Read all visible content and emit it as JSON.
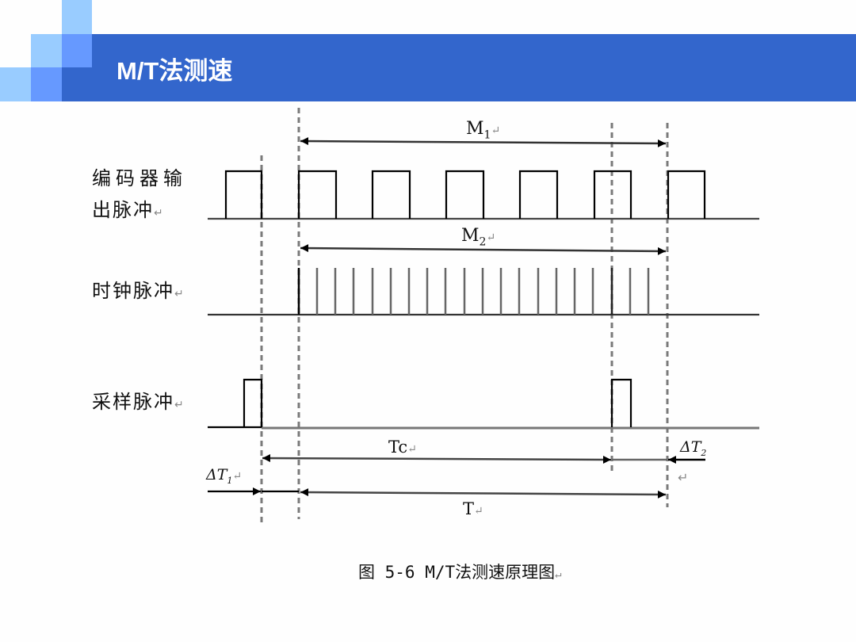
{
  "slide": {
    "title": "M/T法测速",
    "colors": {
      "header_band": "#3366cc",
      "block_light": "#99ccff",
      "block_medium": "#6699ff",
      "background": "#fefefe"
    }
  },
  "diagram": {
    "signals": [
      {
        "label_line1": "编码器输",
        "label_line2": "出脉冲",
        "type": "encoder-pulse"
      },
      {
        "label": "时钟脉冲",
        "type": "clock-pulse"
      },
      {
        "label": "采样脉冲",
        "type": "sampling-pulse"
      }
    ],
    "intervals": {
      "m1": {
        "main": "M",
        "sub": "1"
      },
      "m2": {
        "main": "M",
        "sub": "2"
      },
      "tc": "Tc",
      "t": "T",
      "dt1": {
        "main": "ΔT",
        "sub": "1"
      },
      "dt2": {
        "main": "ΔT",
        "sub": "2"
      }
    },
    "return_mark": "↵",
    "caption": "图 5-6  M/T法测速原理图"
  }
}
